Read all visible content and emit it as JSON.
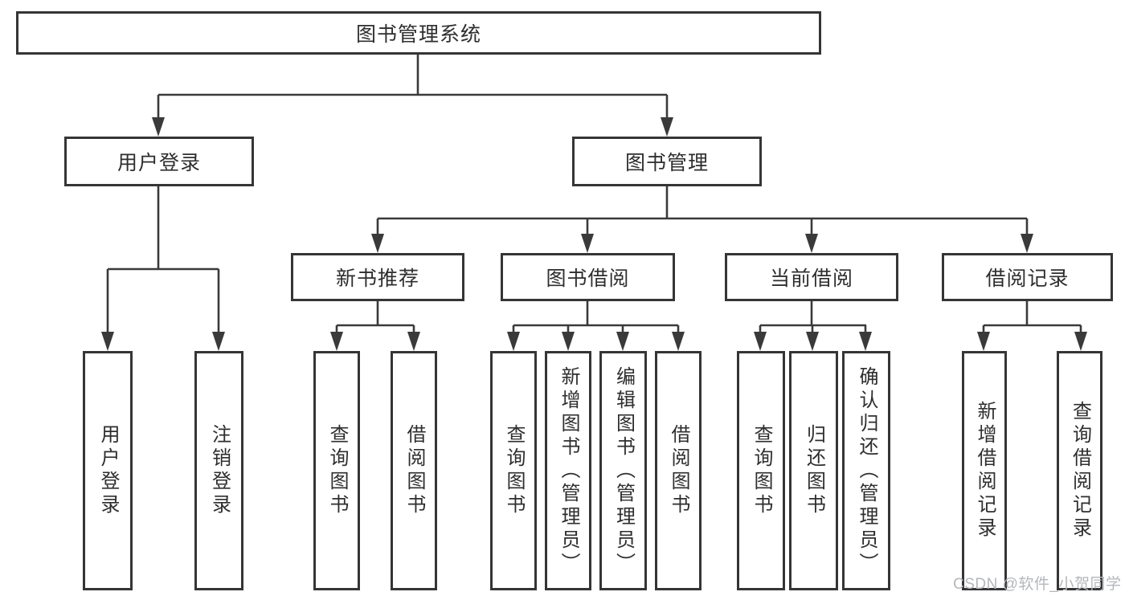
{
  "diagram": {
    "nodes": {
      "root": "图书管理系统",
      "userLogin": "用户登录",
      "bookMgmt": "图书管理",
      "newBooks": "新书推荐",
      "bookBorrow": "图书借阅",
      "currentBorrow": "当前借阅",
      "borrowRecords": "借阅记录",
      "leafUserLogin": "用户登录",
      "leafLogout": "注销登录",
      "leafNbQuery": "查询图书",
      "leafNbBorrow": "借阅图书",
      "leafBbQuery": "查询图书",
      "leafBbAdd": "新增图书（管理员）",
      "leafBbEdit": "编辑图书（管理员）",
      "leafBbBorrow": "借阅图书",
      "leafCbQuery": "查询图书",
      "leafCbReturn": "归还图书",
      "leafCbConfirm": "确认归还（管理员）",
      "leafBrAdd": "新增借阅记录",
      "leafBrQuery": "查询借阅记录"
    },
    "colors": {
      "line": "#3a3a3a",
      "border": "#353535",
      "text": "#2e2e2e",
      "watermark_text_color": "#b4b7bb",
      "background": "#ffffff"
    }
  },
  "watermark": "CSDN @软件_小贺同学"
}
